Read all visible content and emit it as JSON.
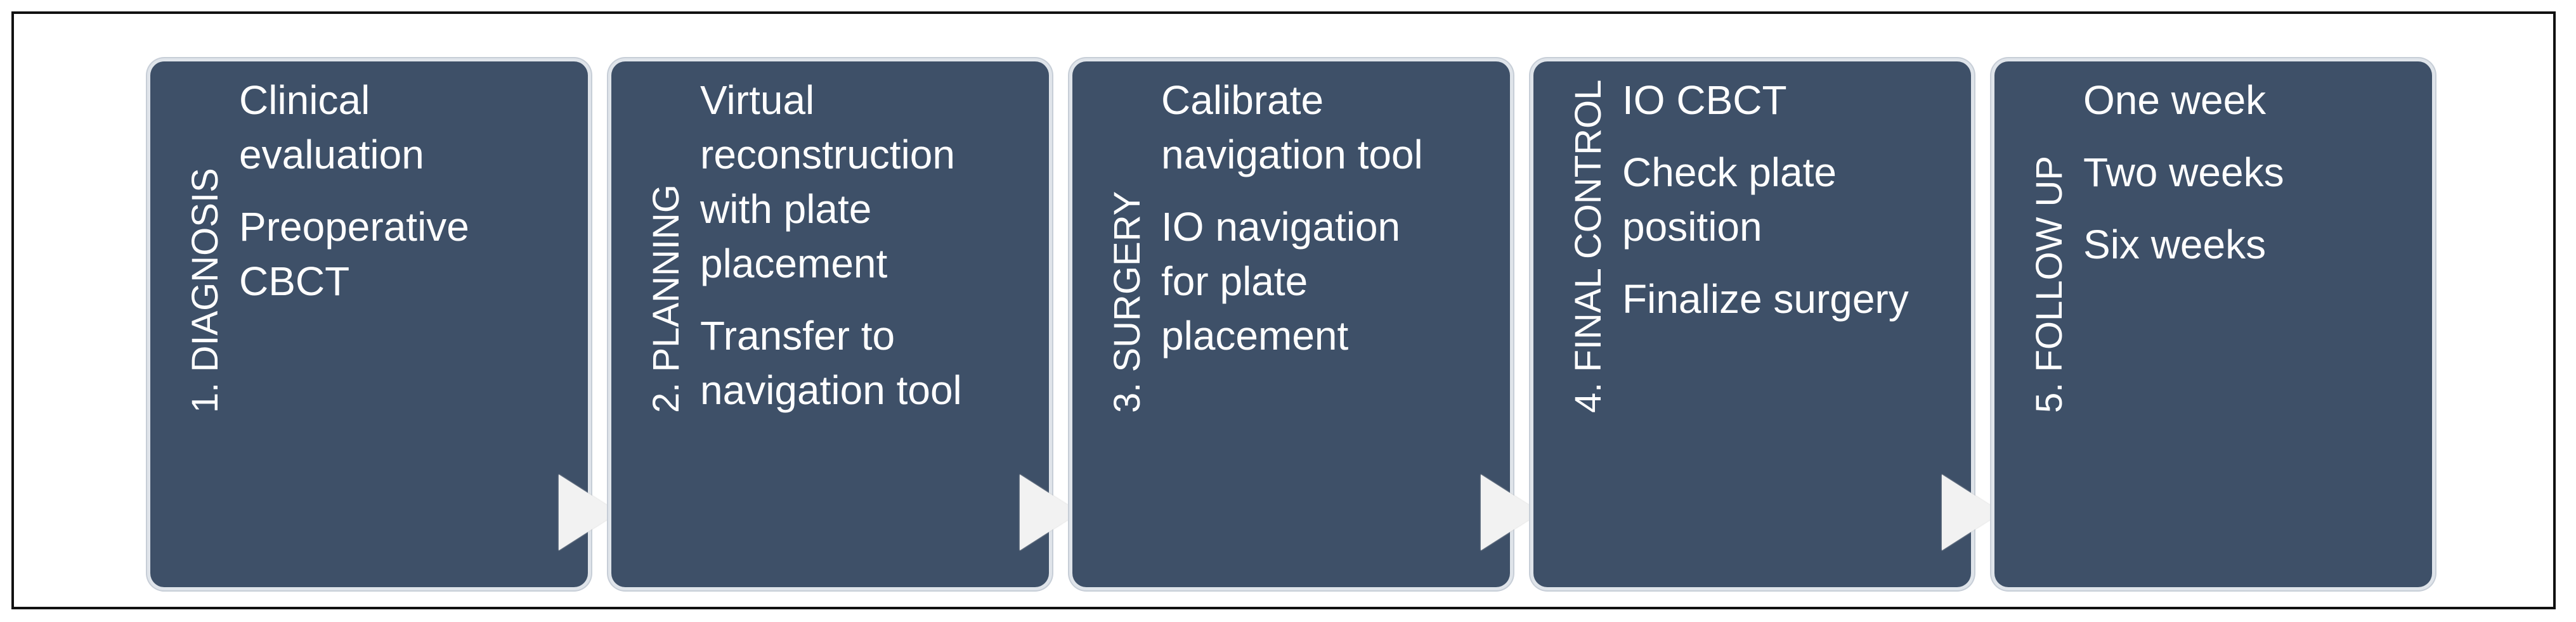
{
  "steps": [
    {
      "title": "1. DIAGNOSIS",
      "items": [
        "Clinical\nevaluation",
        "Preoperative\nCBCT"
      ]
    },
    {
      "title": "2. PLANNING",
      "items": [
        "Virtual\nreconstruction\nwith plate\nplacement",
        "Transfer to\nnavigation tool"
      ]
    },
    {
      "title": "3. SURGERY",
      "items": [
        "Calibrate\nnavigation tool",
        "IO navigation\nfor plate\nplacement"
      ]
    },
    {
      "title": "4. FINAL CONTROL",
      "items": [
        "IO CBCT",
        "Check plate\nposition",
        "Finalize surgery"
      ]
    },
    {
      "title": "5. FOLLOW UP",
      "items": [
        "One week",
        "Two weeks",
        "Six weeks"
      ]
    }
  ],
  "colors": {
    "box": "#3e5068",
    "text": "#ffffff",
    "arrow": "#f2f2f2",
    "frame": "#111111"
  }
}
